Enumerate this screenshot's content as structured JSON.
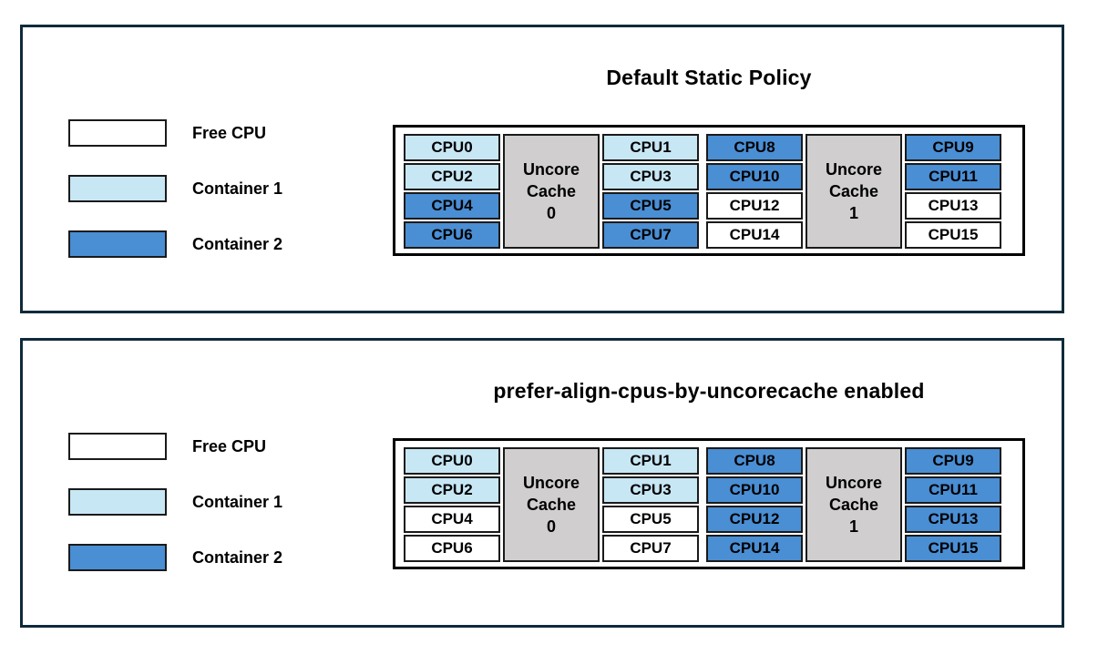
{
  "colors": {
    "free": "#ffffff",
    "container1": "#c8e7f5",
    "container2": "#4a8ed4",
    "cache_fill": "#d0cece",
    "cell_border": "#1a1a1a",
    "panel_border": "#0e2a3a",
    "diagram_border": "#000000"
  },
  "legend": {
    "items": [
      {
        "label": "Free CPU",
        "state": "free"
      },
      {
        "label": "Container 1",
        "state": "container1"
      },
      {
        "label": "Container 2",
        "state": "container2"
      }
    ]
  },
  "panels": [
    {
      "title": "Default Static Policy",
      "groups": [
        {
          "cache_lines": [
            "Uncore",
            "Cache",
            "0"
          ],
          "left": [
            {
              "label": "CPU0",
              "state": "container1"
            },
            {
              "label": "CPU2",
              "state": "container1"
            },
            {
              "label": "CPU4",
              "state": "container2"
            },
            {
              "label": "CPU6",
              "state": "container2"
            }
          ],
          "right": [
            {
              "label": "CPU1",
              "state": "container1"
            },
            {
              "label": "CPU3",
              "state": "container1"
            },
            {
              "label": "CPU5",
              "state": "container2"
            },
            {
              "label": "CPU7",
              "state": "container2"
            }
          ]
        },
        {
          "cache_lines": [
            "Uncore",
            "Cache",
            "1"
          ],
          "left": [
            {
              "label": "CPU8",
              "state": "container2"
            },
            {
              "label": "CPU10",
              "state": "container2"
            },
            {
              "label": "CPU12",
              "state": "free"
            },
            {
              "label": "CPU14",
              "state": "free"
            }
          ],
          "right": [
            {
              "label": "CPU9",
              "state": "container2"
            },
            {
              "label": "CPU11",
              "state": "container2"
            },
            {
              "label": "CPU13",
              "state": "free"
            },
            {
              "label": "CPU15",
              "state": "free"
            }
          ]
        }
      ]
    },
    {
      "title": "prefer-align-cpus-by-uncorecache enabled",
      "groups": [
        {
          "cache_lines": [
            "Uncore",
            "Cache",
            "0"
          ],
          "left": [
            {
              "label": "CPU0",
              "state": "container1"
            },
            {
              "label": "CPU2",
              "state": "container1"
            },
            {
              "label": "CPU4",
              "state": "free"
            },
            {
              "label": "CPU6",
              "state": "free"
            }
          ],
          "right": [
            {
              "label": "CPU1",
              "state": "container1"
            },
            {
              "label": "CPU3",
              "state": "container1"
            },
            {
              "label": "CPU5",
              "state": "free"
            },
            {
              "label": "CPU7",
              "state": "free"
            }
          ]
        },
        {
          "cache_lines": [
            "Uncore",
            "Cache",
            "1"
          ],
          "left": [
            {
              "label": "CPU8",
              "state": "container2"
            },
            {
              "label": "CPU10",
              "state": "container2"
            },
            {
              "label": "CPU12",
              "state": "container2"
            },
            {
              "label": "CPU14",
              "state": "container2"
            }
          ],
          "right": [
            {
              "label": "CPU9",
              "state": "container2"
            },
            {
              "label": "CPU11",
              "state": "container2"
            },
            {
              "label": "CPU13",
              "state": "container2"
            },
            {
              "label": "CPU15",
              "state": "container2"
            }
          ]
        }
      ]
    }
  ]
}
